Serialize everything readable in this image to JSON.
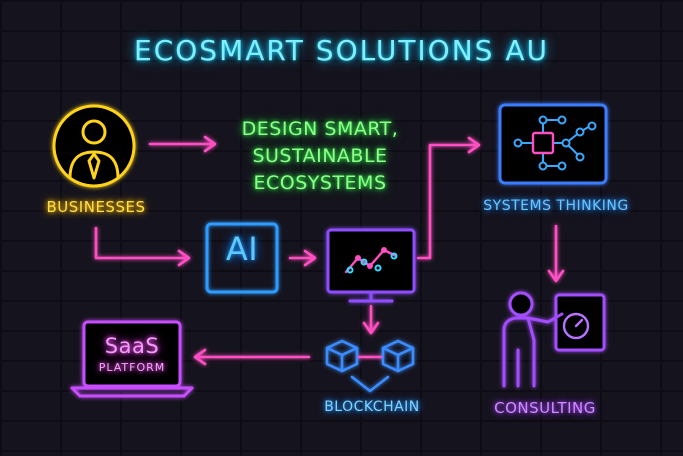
{
  "title": "ECOSMART SOLUTIONS AU",
  "tagline": [
    "DESIGN SMART,",
    "SUSTAINABLE",
    "ECOSYSTEMS"
  ],
  "nodes": {
    "businesses": "BUSINESSES",
    "ai": "AI",
    "systems_thinking": "SYSTEMS THINKING",
    "consulting": "CONSULTING",
    "blockchain": "BLOCKCHAIN",
    "saas_main": "SaaS",
    "saas_sub": "PLATFORM"
  },
  "colors": {
    "title": "#7ff0ff",
    "tagline": "#8dff8a",
    "businesses": "#ffd21f",
    "ai": "#2d9bff",
    "monitor": "#8f4dff",
    "systems": "#3a7dff",
    "consulting": "#a44dff",
    "blockchain": "#3a8dff",
    "saas": "#c84dff",
    "arrows": "#ff4fc3"
  },
  "icons": {
    "businesses": "person-in-circle-icon",
    "monitor": "chart-monitor-icon",
    "systems": "network-diagram-icon",
    "consulting": "presenter-board-icon",
    "blockchain": "linked-cubes-icon",
    "saas": "laptop-icon"
  }
}
